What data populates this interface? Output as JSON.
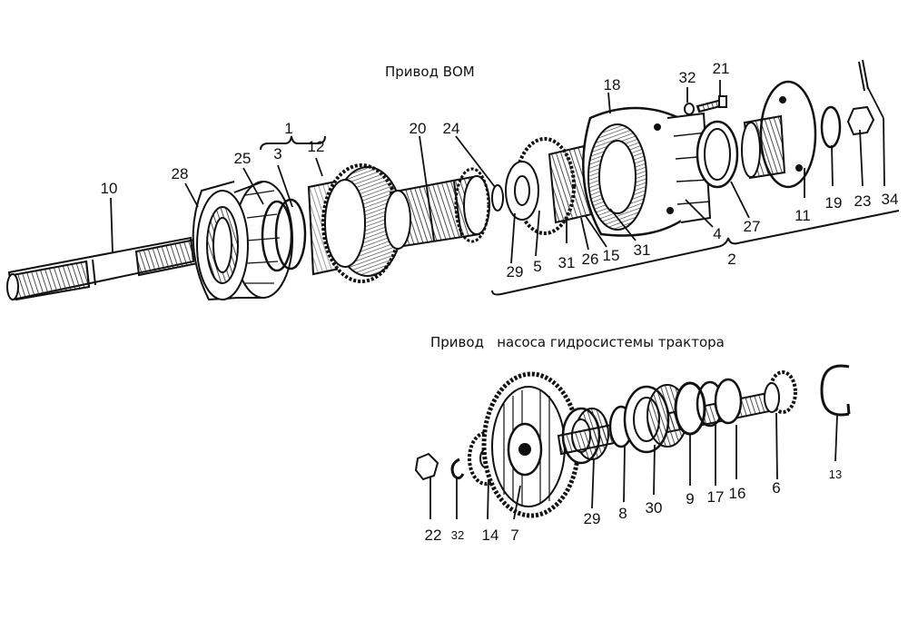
{
  "diagram": {
    "sections": {
      "top_title": "Привод ВОМ",
      "bottom_title": "Привод   насоса гидросистемы трактора"
    },
    "top_labels": {
      "l1": "1",
      "l2": "2",
      "l3": "3",
      "l4": "4",
      "l5": "5",
      "l10": "10",
      "l11": "11",
      "l12": "12",
      "l15": "15",
      "l18": "18",
      "l19": "19",
      "l20": "20",
      "l21": "21",
      "l23": "23",
      "l24": "24",
      "l25": "25",
      "l26": "26",
      "l27": "27",
      "l28": "28",
      "l29": "29",
      "l31a": "31",
      "l31b": "31",
      "l32": "32",
      "l34": "34"
    },
    "bottom_labels": {
      "l6": "6",
      "l7": "7",
      "l8": "8",
      "l9": "9",
      "l13": "13",
      "l14": "14",
      "l16": "16",
      "l17": "17",
      "l22": "22",
      "l29": "29",
      "l30": "30",
      "l32": "32"
    },
    "colors": {
      "ink": "#111111",
      "paper": "#ffffff",
      "shade": "#555555"
    }
  }
}
